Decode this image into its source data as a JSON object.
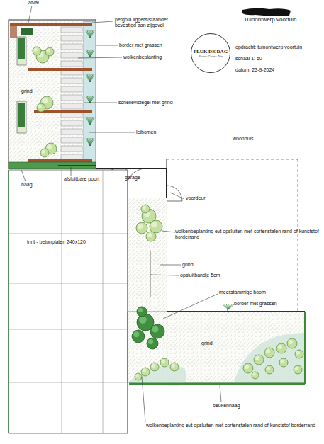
{
  "diagram": {
    "nodes": [
      {
        "text": [
          "PLUK DE DAG",
          "Bloem - Groen - Tuin"
        ]
      }
    ],
    "labels": [
      "afval",
      "pergola liggers/staander bevestigd aan zijgevel",
      "border met grassen",
      "wolkenbeplanting",
      "grind",
      "schellevistegel met grind",
      "leibomen",
      "haag",
      "afsluitbare poort",
      "garage",
      "voordeur",
      "woonhuis",
      "Tuinontwerp voortuin",
      "opdracht: tuinontwerp voortuin",
      "schaal 1: 50",
      "datum: 23-9-2024",
      "inrit - betonplaten 240x120",
      "wolkenbeplanting evt opsluiten met cortenstalen rand of kunststof borderrand",
      "grind",
      "opsluitbandje 5cm",
      "meerstammige boom",
      "border met grassen",
      "grind",
      "beukenhaag",
      "wolkenbeplanting evt opsluiten met cortenstalen rand of kunststof borderrand"
    ]
  }
}
